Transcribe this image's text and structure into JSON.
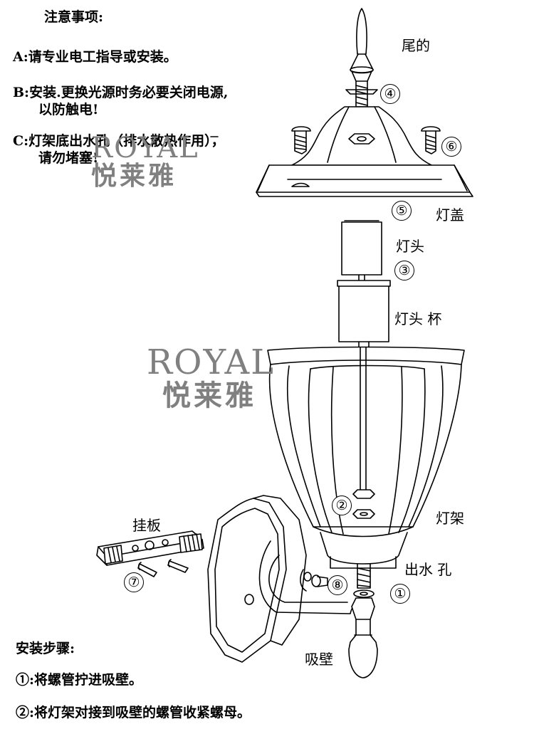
{
  "notes": {
    "title": "注意事项:",
    "items": [
      "A:请专业电工指导或安装。",
      "B:安装.更换光源时务必要关闭电源,",
      "以防触电!",
      "C:灯架底出水孔（排水散热作用），",
      "请勿堵塞!"
    ]
  },
  "watermark": {
    "en": "ROYAL",
    "cn": "悦莱雅"
  },
  "parts": {
    "tail": "尾的",
    "cover": "灯盖",
    "socket": "灯头",
    "socket_cup": "灯头 杯",
    "frame": "灯架",
    "drain_hole": "出水 孔",
    "mount_plate": "挂板",
    "wall_mount": "吸壁"
  },
  "markers": [
    "①",
    "②",
    "③",
    "④",
    "⑤",
    "⑥",
    "⑦",
    "⑧"
  ],
  "steps": {
    "title": "安装步骤:",
    "items": [
      "①:将螺管拧进吸壁。",
      "②:将灯架对接到吸壁的螺管收紧螺母。"
    ]
  }
}
